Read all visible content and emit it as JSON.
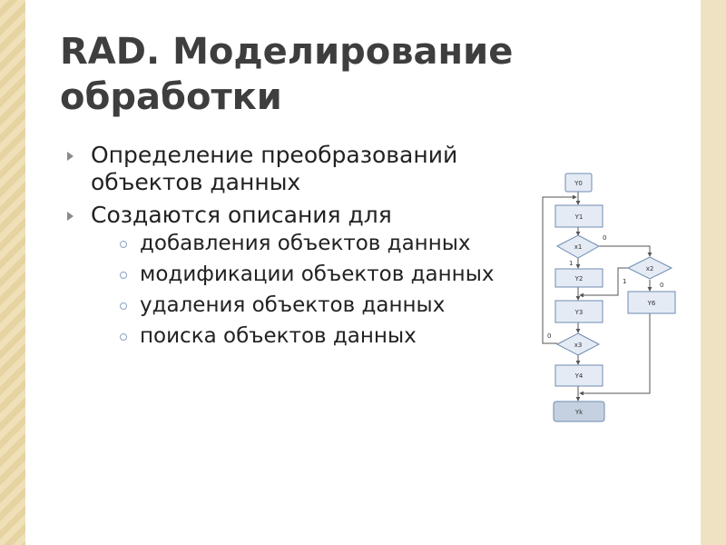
{
  "slide": {
    "title": "RAD. Моделирование обработки",
    "bullets": [
      {
        "text": "Определение преобразований объектов данных",
        "sub": []
      },
      {
        "text": "Создаются описания для",
        "sub": [
          "добавления объектов данных",
          "модификации объектов данных",
          "удаления объектов данных",
          "поиска объектов данных"
        ]
      }
    ]
  },
  "flowchart": {
    "labels": {
      "y0": "Y0",
      "y1": "Y1",
      "x1": "x1",
      "y2": "Y2",
      "x2": "x2",
      "y3": "Y3",
      "y6": "Y6",
      "x3": "x3",
      "y4": "Y4",
      "yk": "Yk",
      "x1_yes": "1",
      "x1_no": "0",
      "x2_yes": "1",
      "x2_no": "0",
      "x3_no": "0"
    },
    "colors": {
      "box_fill": "#e4ebf4",
      "box_stroke": "#6f8bb0",
      "line": "#555555",
      "end_fill": "#c5d1e0"
    }
  },
  "decor": {
    "left_band_color": "#efe0b8",
    "right_band_color": "#efe2c2",
    "title_color": "#3e3e3e"
  }
}
